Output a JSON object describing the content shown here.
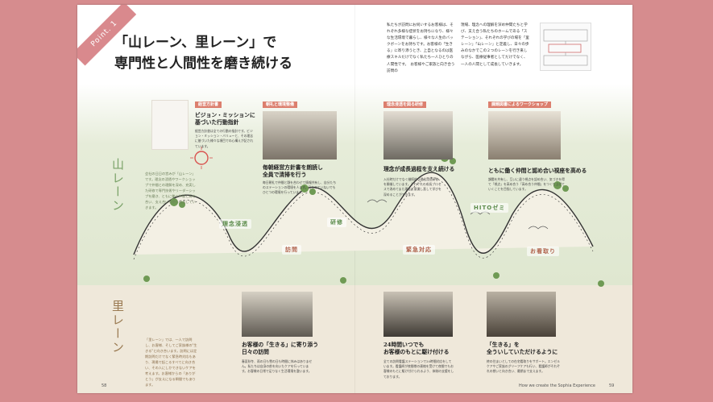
{
  "point_ribbon": "Point. 1",
  "headline": {
    "line1": "「山レーン、里レーン」で",
    "line2": "専門性と人間性を磨き続ける"
  },
  "intro": {
    "col1": "私たちが訪問にお伺いするお客様は、それぞれ多様な症状をお持ちになり、様々な生活環境で暮らし、様々な人生のバックボーンをお持ちです。お客様の「生きる」に寄り添うとき、上自となるのは医療スキルだけでなく私たち一人ひとりの人間性です。　お客様やご家族と向き合う訪問の",
    "col2": "現場、理念への理解を深め仲間たちと学び、支え合う私たちのホームである「ステーション」、それぞれの学びの場を「里レーン」「山レーン」と定義し、日々の歩みのなかでこの２つのレーンを行き来しながら、医療従事者としてだけでなく、一人の人間として成長していきます。"
  },
  "yama": {
    "label": "山レーン",
    "note": "会社の日日の営みが「山レーン」です。理念の浸透やワークショップで仲間との理解を深め、充実した研修で専門技術やリーダーシップを磨き、ともに働く仲間と高め合い、支え合いながら成長していきます。"
  },
  "sato": {
    "label": "里レーン",
    "note": "「里レーン」では、一人で訪問し、お客様、そしてご家族様の\"生きる\"と向き合います。訪問には定期訪問だけでなく緊急時対応もあり、現場で起こるすべてに向き合い、その人にしかできないケアを考えます。お客様からの「ありがとう」が支えになる瞬間でもあります。"
  },
  "cards": {
    "keiei": {
      "tag": "経営方針書",
      "title": "ビジョン・ミッションに\n基づいた行動指針",
      "body": "経営方針書は全ての行動の指針です。ビジョン・ミッション・バリューと、その理念に基づいた様々な項目での心構えが記されています。"
    },
    "choreki": {
      "tag": "朝礼と環境整備",
      "title": "毎朝経営方針書を朗読し\n全員で清掃を行う",
      "body": "毎日朝礼で仲間と顔を合わせて情報共有し、自分たちのステーションの環境を人ます。日々のていねいでもひとつの環境を行っています。"
    },
    "kenshu": {
      "tag": "理念浸透を図る研修",
      "title": "理念が成長過程を支え続ける",
      "body": "入社時だけでなく継続的な理念浸透研修を開催しています。それぞれの成長プロセスで改めてまた理念を意識し直して学びを深めることができます。"
    },
    "workshop": {
      "tag": "課題図書によるワークショップ",
      "title": "ともに働く仲間と認め合い視座を高める",
      "body": "課題を共有し、互いに違う視点を認め合い、気づきを得て「視点」を高め合う「高め合う仲間」をつくり上げていくことを目指しています。"
    },
    "homon": {
      "title": "お客様の「生きる」に寄り添う\n日々の訪問",
      "body": "春夏秋冬、雨の日も雪の日も時間に休みはありません。私たちは自身の前を向いたケアを行っています。お客様の日常で足りなく生活環境を整います。"
    },
    "kinkyu": {
      "title": "24時間いつでも\nお客様のもとに駆け付ける",
      "body": "全ての訪問看護ステーションで24時間対応をしています。看護師が夜間帯の連絡を受けて夜間でもお客様のもとに駆け付けられるよう、体制の支援をしております。"
    },
    "mitori": {
      "title": "「生きる」を\n全ういしていただけるように",
      "body": "終の住まいとしての在宅看取りをサポート。エンゼルケアやご家族のグリーフケアも行い、看護師がそれぞれの想いと向き合い、最期まで支えます。"
    }
  },
  "pills": {
    "rinen": "理念浸透",
    "kenshu": "研修",
    "homon": "訪問",
    "kinkyu": "緊急対応",
    "hito": "HITOゼミ",
    "mitori": "お看取り"
  },
  "folio": {
    "left": "58",
    "right_text": "How we create the Sophia Experience",
    "right_num": "59"
  },
  "colors": {
    "background": "#d68c8e",
    "tag": "#dc7f6e",
    "yama_green": "#7aa268",
    "sato_brown": "#9a7a52"
  }
}
